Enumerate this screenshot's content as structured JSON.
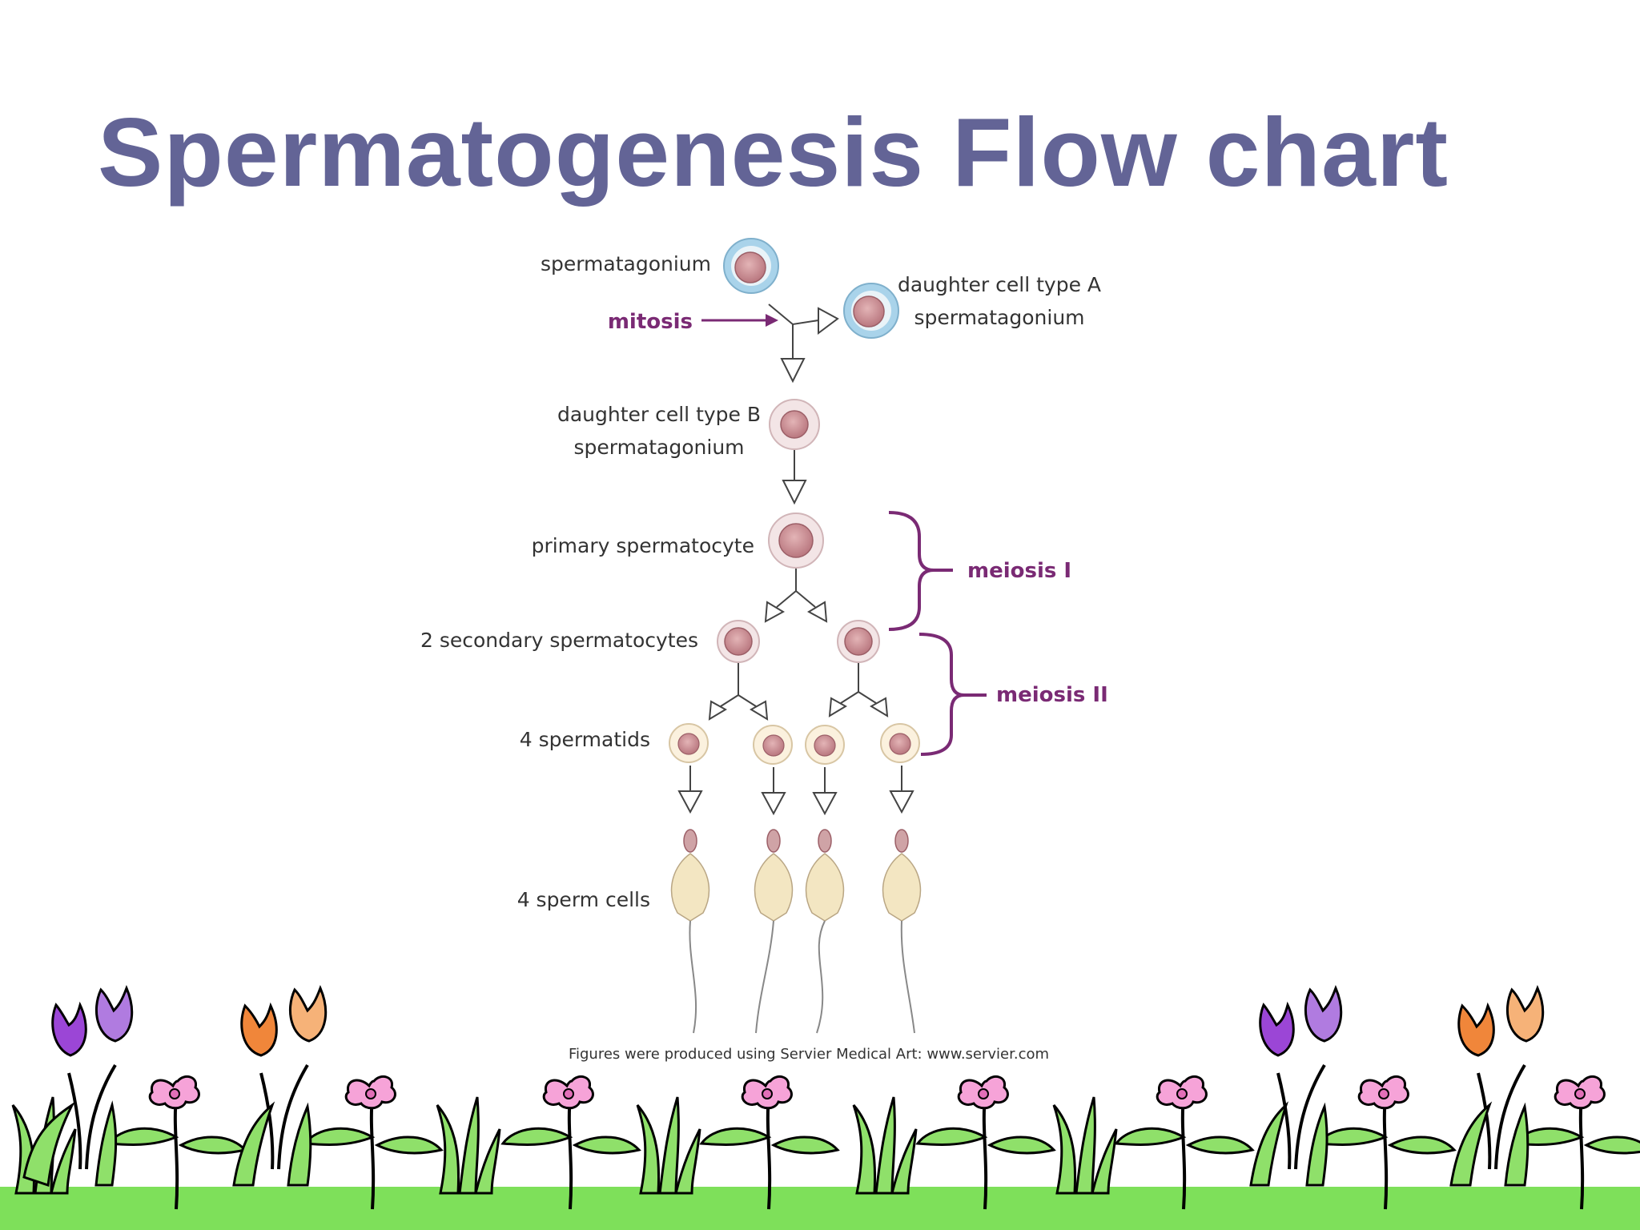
{
  "slide": {
    "title": "Spermatogenesis Flow chart"
  },
  "diagram": {
    "labels": {
      "spermatogonium": "spermatagonium",
      "mitosis": "mitosis",
      "daughter_a_line1": "daughter cell type A",
      "daughter_a_line2": "spermatagonium",
      "daughter_b_line1": "daughter cell type B",
      "daughter_b_line2": "spermatagonium",
      "primary": "primary spermatocyte",
      "meiosis_1": "meiosis I",
      "secondary": "2 secondary spermatocytes",
      "meiosis_2": "meiosis II",
      "spermatids": "4 spermatids",
      "sperm_cells": "4 sperm cells"
    },
    "credit": "Figures were produced using Servier Medical Art: www.servier.com"
  },
  "colors": {
    "title": "#636496",
    "process_label": "#7a2a74",
    "stem_cell": "#a9d3ea",
    "nucleus": "#c98a90",
    "grass": "#7ee05a"
  },
  "decoration": {
    "border": "tulip-and-flower-border"
  }
}
